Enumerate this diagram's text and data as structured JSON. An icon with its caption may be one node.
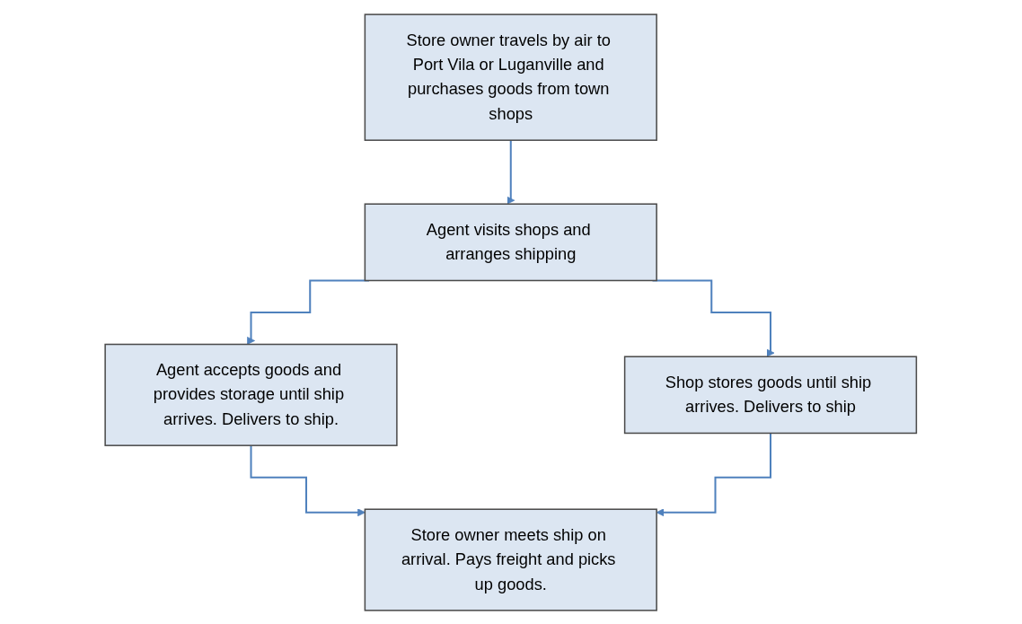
{
  "diagram": {
    "nodes": [
      {
        "text": [
          "Store owner travels by air to Port Vila or Luganville and purchases goods from town shops"
        ]
      },
      {
        "text": [
          "Agent visits shops and arranges shipping"
        ]
      },
      {
        "text": [
          "Agent accepts goods and provides storage until ship arrives. Delivers to ship."
        ]
      },
      {
        "text": [
          "Shop stores goods until ship arrives. Delivers to ship"
        ]
      },
      {
        "text": [
          "Store owner meets ship on arrival. Pays freight and picks up goods."
        ]
      }
    ],
    "edges": [
      {
        "from": 0,
        "to": 1,
        "arrow": "to"
      },
      {
        "from": 1,
        "to": 2,
        "arrow": "to"
      },
      {
        "from": 1,
        "to": 3,
        "arrow": "to"
      },
      {
        "from": 2,
        "to": 4,
        "arrow": "to"
      },
      {
        "from": 3,
        "to": 4,
        "arrow": "to"
      }
    ]
  }
}
